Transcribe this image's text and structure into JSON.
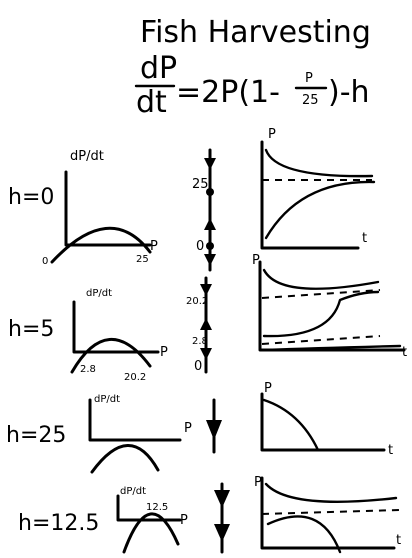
{
  "title": "Fish Harvesting",
  "equation": {
    "lhs_num": "dP",
    "lhs_den": "dt",
    "rhs_a": "=2P(1-",
    "frac_num": "P",
    "frac_den": "25",
    "rhs_b": ")-h"
  },
  "axis_labels": {
    "dpdt": "dP/dt",
    "p": "P",
    "t": "t"
  },
  "cases": [
    {
      "h_label": "h=0",
      "roots": [
        "0",
        "25"
      ],
      "phase_ticks": [
        "25",
        "0"
      ]
    },
    {
      "h_label": "h=5",
      "roots": [
        "2.8",
        "20.2"
      ],
      "phase_ticks": [
        "20.2",
        "2.8",
        "0"
      ]
    },
    {
      "h_label": "h=25",
      "roots": [],
      "phase_ticks": []
    },
    {
      "h_label": "h=12.5",
      "roots": [
        "12.5"
      ],
      "phase_ticks": []
    }
  ]
}
